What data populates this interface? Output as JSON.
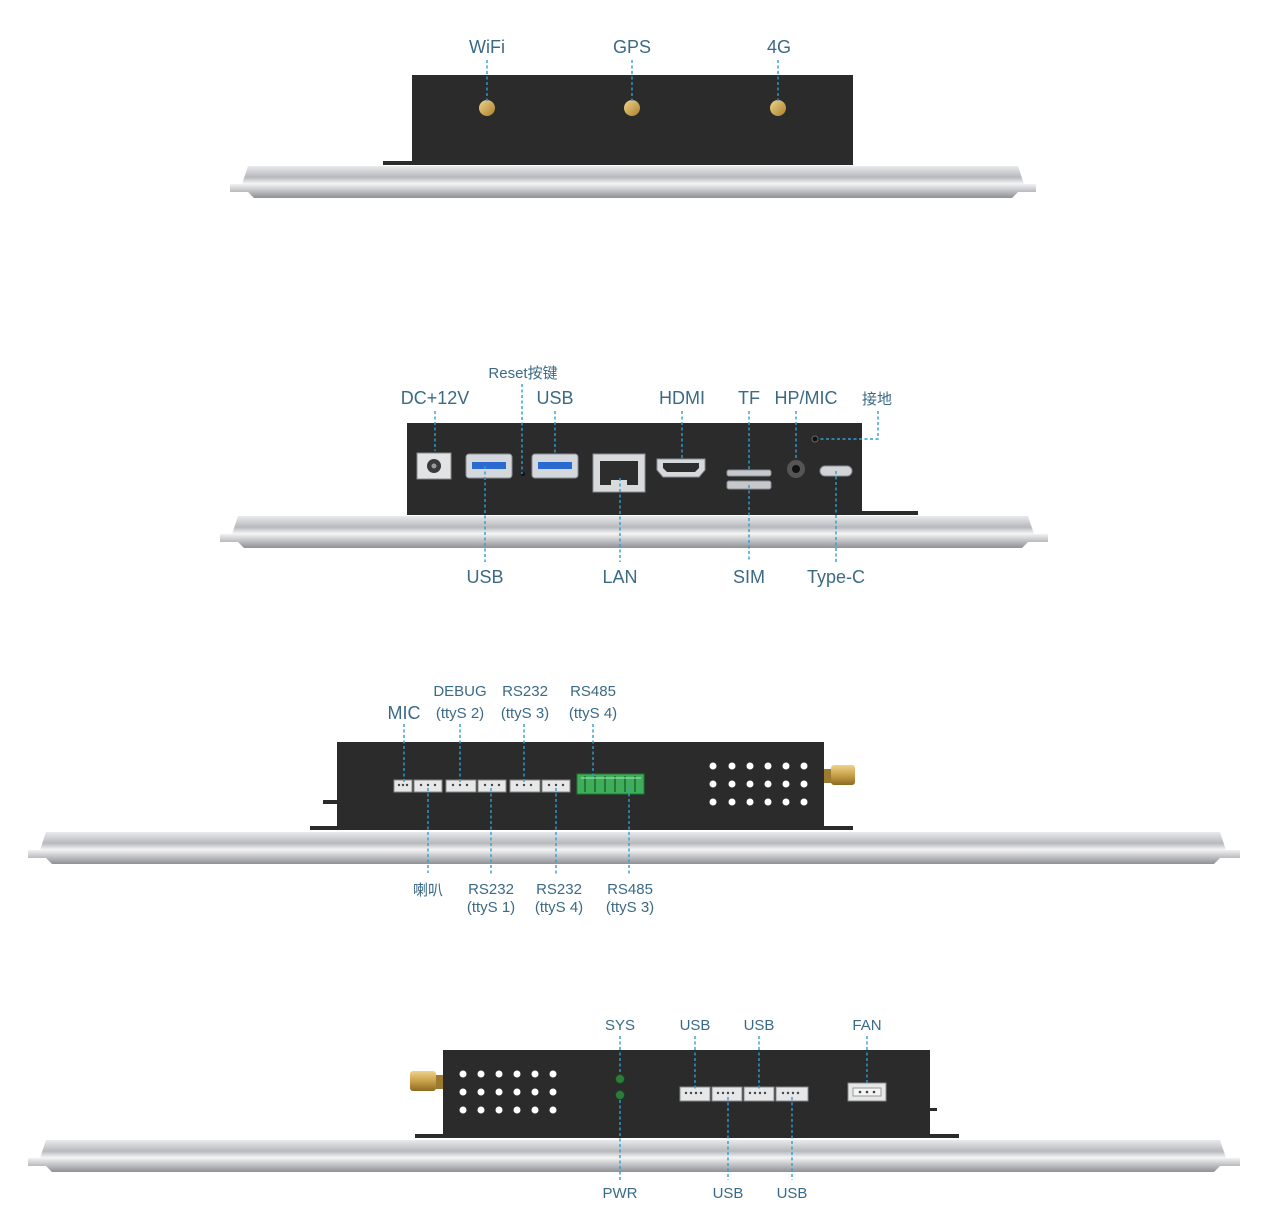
{
  "colors": {
    "label_text": "#3b6a86",
    "leader_line": "#2e9ed1",
    "housing": "#2b2b2b",
    "bezel": "#c9cbcf",
    "antenna_gold": "#c9a24a",
    "terminal_green": "#3fae5a",
    "led_green": "#2d7d3a"
  },
  "views": {
    "top": {
      "labels": {
        "wifi": "WiFi",
        "gps": "GPS",
        "lte": "4G"
      }
    },
    "front": {
      "labels": {
        "dc": "DC+12V",
        "reset": "Reset按键",
        "usb_top": "USB",
        "hdmi": "HDMI",
        "tf": "TF",
        "hpmic": "HP/MIC",
        "ground": "接地",
        "usb_bottom": "USB",
        "lan": "LAN",
        "sim": "SIM",
        "typec": "Type-C"
      }
    },
    "side": {
      "labels": {
        "mic": "MIC",
        "debug_a": "DEBUG",
        "debug_b": "(ttyS 2)",
        "rs232_3_a": "RS232",
        "rs232_3_b": "(ttyS 3)",
        "rs485_4_a": "RS485",
        "rs485_4_b": "(ttyS 4)",
        "speaker": "喇叭",
        "rs232_1_a": "RS232",
        "rs232_1_b": "(ttyS 1)",
        "rs232_4_a": "RS232",
        "rs232_4_b": "(ttyS 4)",
        "rs485_3_a": "RS485",
        "rs485_3_b": "(ttyS 3)"
      }
    },
    "back": {
      "labels": {
        "sys": "SYS",
        "usb1": "USB",
        "usb2": "USB",
        "fan": "FAN",
        "pwr": "PWR",
        "usb3": "USB",
        "usb4": "USB"
      }
    }
  }
}
